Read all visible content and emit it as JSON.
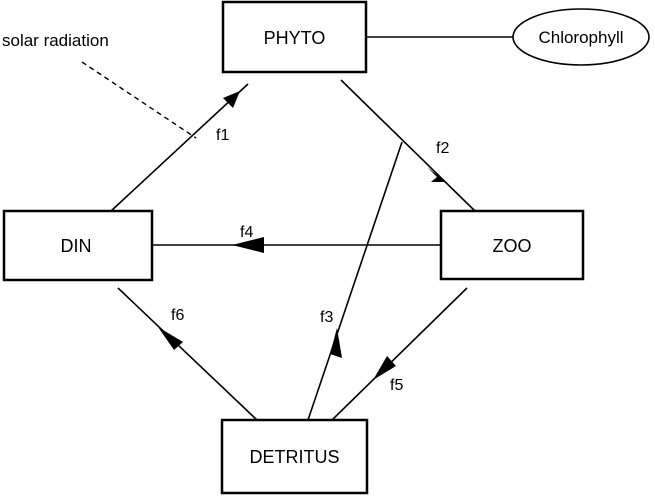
{
  "nodes": {
    "phyto": "PHYTO",
    "din": "DIN",
    "zoo": "ZOO",
    "detritus": "DETRITUS",
    "chlorophyll": "Chlorophyll"
  },
  "annotations": {
    "solar": "solar radiation"
  },
  "flows": {
    "f1": "f1",
    "f2": "f2",
    "f3": "f3",
    "f4": "f4",
    "f5": "f5",
    "f6": "f6"
  }
}
